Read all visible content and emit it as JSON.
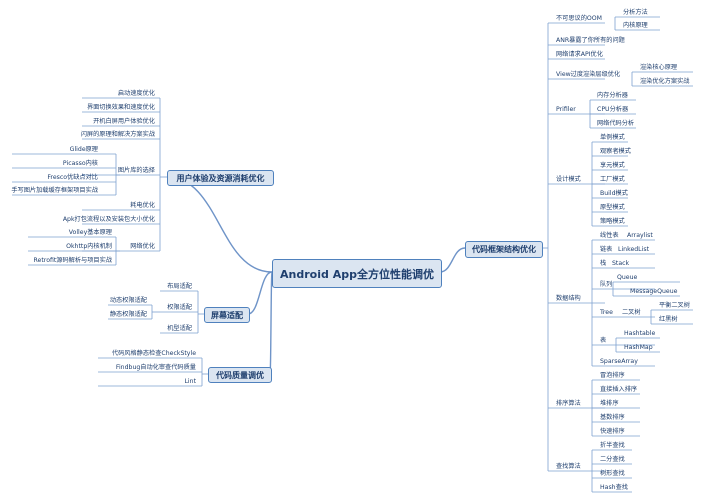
{
  "center": "Android App全方位性能调优",
  "watermark": "",
  "left": {
    "ux": {
      "title": "用户体验及资源消耗优化",
      "items": [
        "启动速度优化",
        "界面切换效果和速度优化",
        "开机白屏用户体验优化",
        "闪屏的原理和解决方案实战"
      ],
      "images": {
        "label": "图片库的选择",
        "items": [
          "Glide原理",
          "Picasso内核",
          "Fresco优缺点对比",
          "手写图片加载缓存框架项目实战"
        ]
      },
      "power": "耗电优化",
      "apk": "Apk打包流程以及安装包大小优化",
      "network": {
        "label": "网络优化",
        "items": [
          "Volley基本原理",
          "Okhttp内核机制",
          "Retrofit源码解析与项目实战"
        ]
      }
    },
    "screen": {
      "title": "屏幕适配",
      "layout": "布局适配",
      "perm": {
        "label": "权限适配",
        "items": [
          "动态权限适配",
          "静态权限适配"
        ]
      },
      "model": "机型适配"
    },
    "quality": {
      "title": "代码质量调优",
      "items": [
        "代码风格静态检查CheckStyle",
        "Findbug自动化审查代码质量",
        "Lint"
      ]
    }
  },
  "right": {
    "title": "代码框架结构优化",
    "top": [
      {
        "label": "不可思议的OOM",
        "children": [
          "分析方法",
          "内核原理"
        ]
      },
      {
        "label": "ANR暴露了你所有的问题",
        "children": []
      },
      {
        "label": "网络请求API优化",
        "children": []
      },
      {
        "label": "View过度渲染层级优化",
        "children": [
          "渲染核心原理",
          "渲染优化方案实战"
        ]
      }
    ],
    "profiler": {
      "label": "Prifiler",
      "children": [
        "内存分析器",
        "CPU分析器",
        "网络代码分析"
      ]
    },
    "design": {
      "label": "设计模式",
      "children": [
        "单例模式",
        "观察者模式",
        "享元模式",
        "工厂模式",
        "Build模式",
        "原型模式",
        "策略模式"
      ]
    },
    "ds": {
      "label": "数据结构",
      "linear": "线性表",
      "arraylist": "Arraylist",
      "linked": "链表",
      "linkedlist": "LinkedList",
      "stack": "栈",
      "stack_item": "Stack",
      "queue": "队列",
      "queue_items": [
        "Queue",
        "MessageQueue"
      ],
      "tree": "Tree",
      "binary": "二叉树",
      "binary_items": [
        "平衡二叉树",
        "红黑树"
      ],
      "table": "表",
      "table_items": [
        "Hashtable",
        "HashMap"
      ],
      "sparse": "SparseArray"
    },
    "sort": {
      "label": "排序算法",
      "children": [
        "冒泡排序",
        "直接插入排序",
        "堆排序",
        "基数排序",
        "快速排序"
      ]
    },
    "search": {
      "label": "查找算法",
      "children": [
        "折半查找",
        "二分查找",
        "树形查找",
        "Hash查找"
      ]
    }
  }
}
